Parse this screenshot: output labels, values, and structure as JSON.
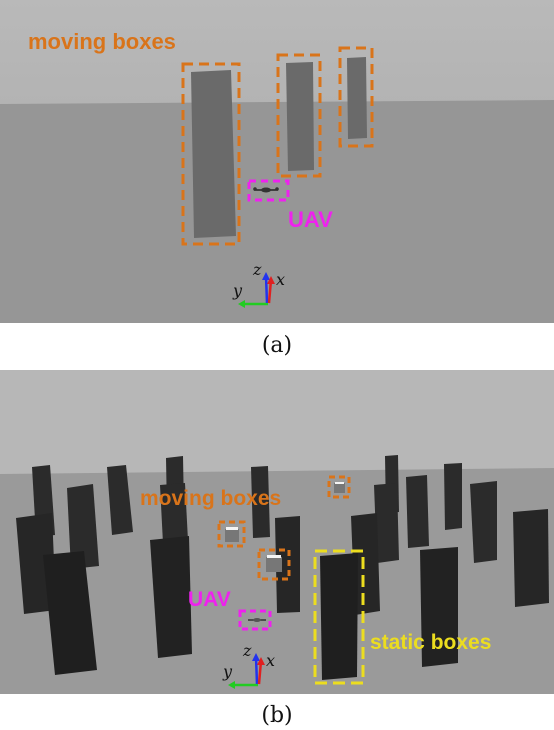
{
  "panel_a": {
    "label_moving": "moving boxes",
    "label_uav": "UAV",
    "axis": {
      "x": "x",
      "y": "y",
      "z": "z"
    },
    "caption": "(a)"
  },
  "panel_b": {
    "label_moving": "moving boxes",
    "label_uav": "UAV",
    "label_static": "static boxes",
    "axis": {
      "x": "x",
      "y": "y",
      "z": "z"
    },
    "caption": "(b)"
  },
  "colors": {
    "moving_box_outline": "#d9741a",
    "uav_outline": "#ee22ee",
    "static_box_outline": "#ecdd1f",
    "axis_x": "#e02020",
    "axis_y": "#22cc22",
    "axis_z": "#2233ee"
  }
}
